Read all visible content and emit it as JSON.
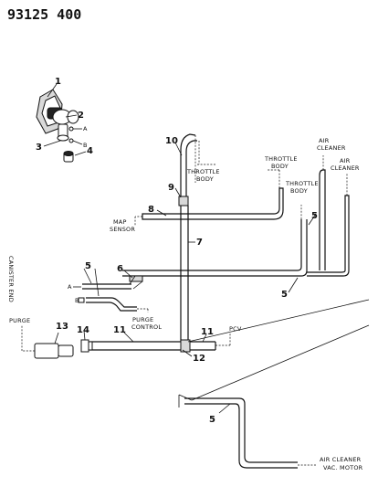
{
  "header": {
    "code": "93125 400"
  },
  "callouts": {
    "c1": "1",
    "c2": "2",
    "c3": "3",
    "c4": "4",
    "c5a": "5",
    "c5b": "5",
    "c5c": "5",
    "c5d": "5",
    "c6": "6",
    "c7": "7",
    "c8": "8",
    "c9": "9",
    "c10": "10",
    "c11a": "11",
    "c11b": "11",
    "c12": "12",
    "c13": "13",
    "c14": "14"
  },
  "port_letters": {
    "a_valve": "A",
    "b_valve": "B",
    "a_line": "A",
    "b_line": "B"
  },
  "labels": {
    "throttle_body_1": [
      "THROTTLE",
      "BODY"
    ],
    "throttle_body_2": [
      "THROTTLE",
      "BODY"
    ],
    "throttle_body_3": [
      "THROTTLE",
      "BODY"
    ],
    "air_cleaner_1": [
      "AIR",
      "CLEANER"
    ],
    "air_cleaner_2": [
      "AIR",
      "CLEANER"
    ],
    "map_sensor": [
      "MAP",
      "SENSOR"
    ],
    "purge_control": [
      "PURGE",
      "CONTROL"
    ],
    "pcv": "PCV",
    "purge": "PURGE",
    "canister_end": "CANISTER END",
    "air_cleaner_vac_motor": [
      "AIR CLEANER",
      "VAC. MOTOR"
    ]
  }
}
